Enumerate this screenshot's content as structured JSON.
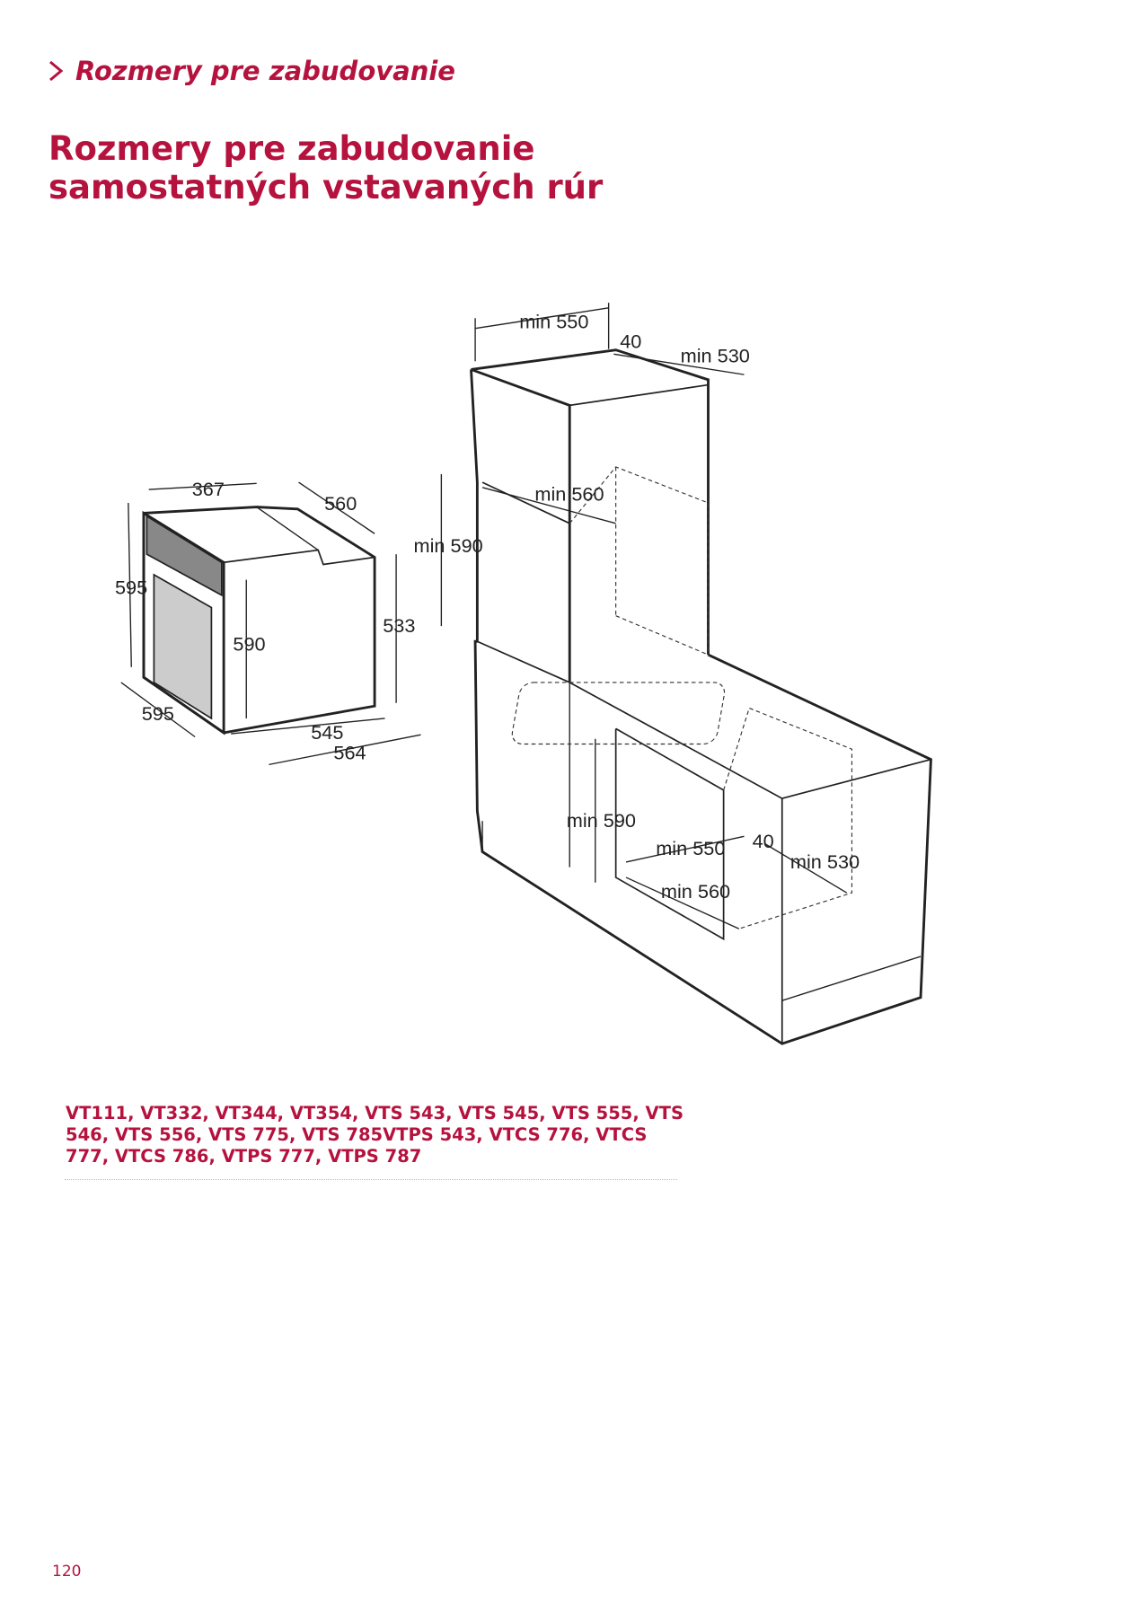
{
  "breadcrumb": {
    "label": "Rozmery pre zabudovanie"
  },
  "title": {
    "line1": "Rozmery pre zabudovanie",
    "line2": "samostatných vstavaných rúr"
  },
  "diagram": {
    "oven": {
      "d367": "367",
      "d560": "560",
      "d595h": "595",
      "d590": "590",
      "d533": "533",
      "d595w": "595",
      "d545": "545",
      "d564": "564"
    },
    "tall_cabinet": {
      "min550": "min 550",
      "d40": "40",
      "min530": "min 530",
      "min560": "min 560",
      "min590": "min 590"
    },
    "under_counter": {
      "min590": "min 590",
      "min550": "min 550",
      "d40": "40",
      "min530": "min 530",
      "min560": "min 560"
    }
  },
  "models": "VT111, VT332, VT344, VT354, VTS 543, VTS 545, VTS 555, VTS 546, VTS 556, VTS 775, VTS 785VTPS 543, VTCS 776, VTCS 777, VTCS 786, VTPS 777, VTPS 787",
  "page_number": "120",
  "colors": {
    "accent": "#b5123e"
  }
}
